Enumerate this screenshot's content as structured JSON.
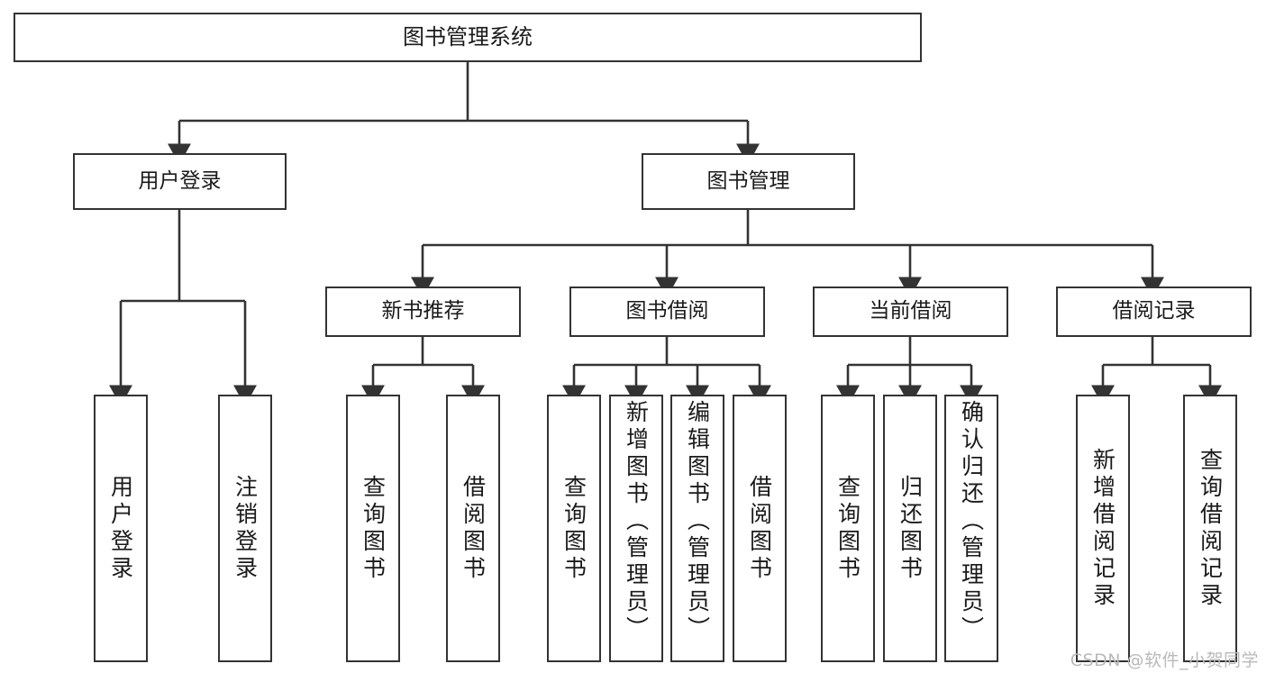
{
  "diagram": {
    "type": "tree",
    "title": "图书管理系统",
    "root": {
      "label": "图书管理系统"
    },
    "level1": [
      {
        "label": "用户登录"
      },
      {
        "label": "图书管理"
      }
    ],
    "level2": [
      {
        "label": "新书推荐"
      },
      {
        "label": "图书借阅"
      },
      {
        "label": "当前借阅"
      },
      {
        "label": "借阅记录"
      }
    ],
    "leaves": {
      "user_login": [
        {
          "label": "用户登录"
        },
        {
          "label": "注销登录"
        }
      ],
      "new_book_recommend": [
        {
          "label": "查询图书"
        },
        {
          "label": "借阅图书"
        }
      ],
      "book_borrow": [
        {
          "label": "查询图书"
        },
        {
          "label": "新增图书（管理员）"
        },
        {
          "label": "编辑图书（管理员）"
        },
        {
          "label": "借阅图书"
        }
      ],
      "current_borrow": [
        {
          "label": "查询图书"
        },
        {
          "label": "归还图书"
        },
        {
          "label": "确认归还（管理员）"
        }
      ],
      "borrow_record": [
        {
          "label": "新增借阅记录"
        },
        {
          "label": "查询借阅记录"
        }
      ]
    }
  },
  "watermark": {
    "text": "CSDN @软件_小贺同学"
  },
  "colors": {
    "stroke": "#333333",
    "background": "#ffffff",
    "text": "#1a1a1a",
    "watermark": "#b9b9b9"
  }
}
